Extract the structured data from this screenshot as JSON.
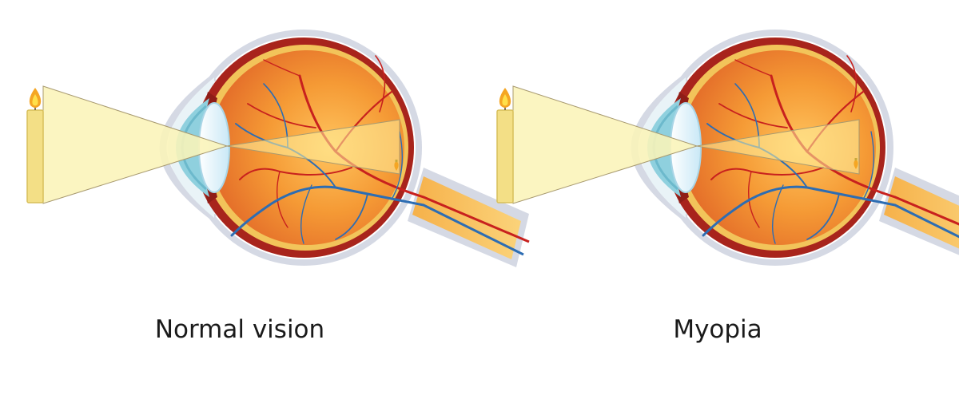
{
  "panels": [
    {
      "caption": "Normal vision",
      "condition": "normal"
    },
    {
      "caption": "Myopia",
      "condition": "myopia"
    }
  ],
  "colors": {
    "candle": "#f3df86",
    "candle_edge": "#d8bf5a",
    "flame_outer": "#f5a623",
    "flame_inner": "#ffe04a",
    "light_cone": "#fbf4b8",
    "light_cone_edge": "#a89a70",
    "sclera_outline": "#d5d9e4",
    "choroid": "#a8241c",
    "retina_rim": "#f2c45a",
    "vitreous": "#ef8a2a",
    "vitreous_center": "#ffc25c",
    "cornea": "#8fd0de",
    "lens": "#dff2fb",
    "artery": "#c8211e",
    "vein": "#2d6db3",
    "optic_nerve": "#f8c35a"
  }
}
